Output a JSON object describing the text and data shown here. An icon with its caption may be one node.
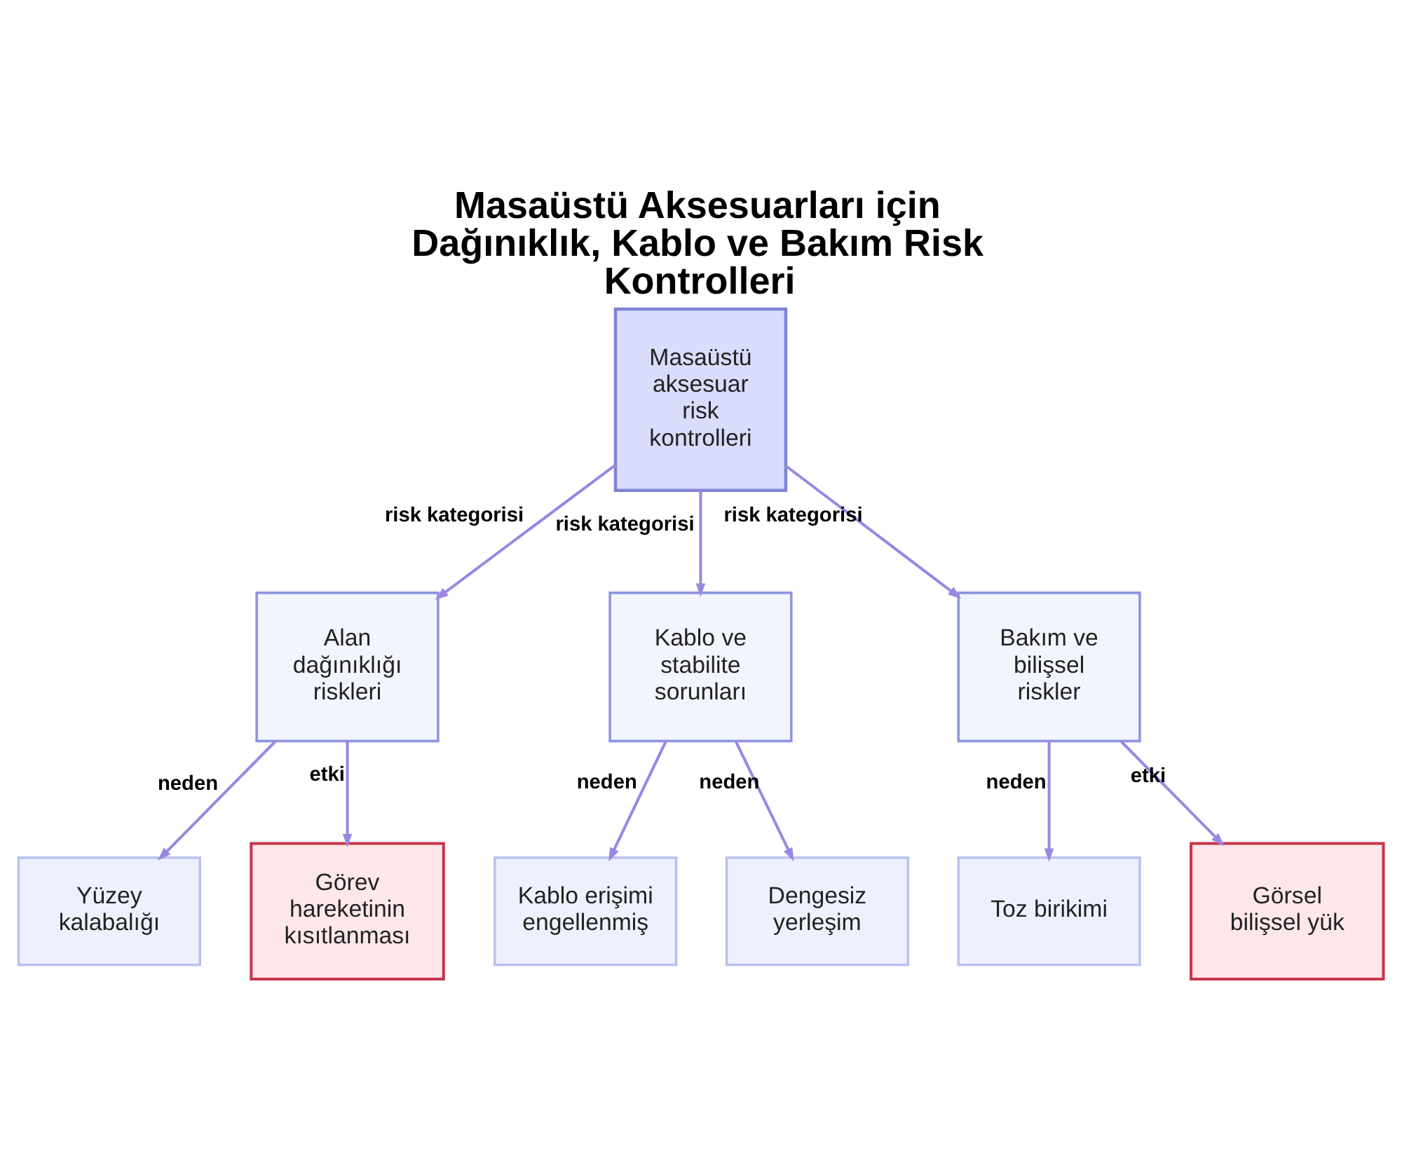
{
  "diagram": {
    "title": "Masaüstü Aksesuarları için Dağınıklık, Kablo ve Bakım Risk Kontrolleri",
    "nodes": [
      {
        "text": [
          "Masaüstü aksesuar risk kontrolleri"
        ]
      },
      {
        "text": [
          "Alan dağınıklığı riskleri"
        ]
      },
      {
        "text": [
          "Kablo ve stabilite sorunları"
        ]
      },
      {
        "text": [
          "Bakım ve bilişsel riskler"
        ]
      },
      {
        "text": [
          "Yüzey kalabalığı"
        ]
      },
      {
        "text": [
          "Görev hareketinin kısıtlanması"
        ]
      },
      {
        "text": [
          "Kablo erişimi engellenmiş"
        ]
      },
      {
        "text": [
          "Dengesiz yerleşim"
        ]
      },
      {
        "text": [
          "Toz birikimi"
        ]
      },
      {
        "text": [
          "Görsel bilişsel yük"
        ]
      }
    ],
    "edges": [
      {
        "from": 0,
        "to": 1,
        "arrow": "to",
        "label": "risk kategorisi"
      },
      {
        "from": 0,
        "to": 2,
        "arrow": "to",
        "label": "risk kategorisi"
      },
      {
        "from": 0,
        "to": 3,
        "arrow": "to",
        "label": "risk kategorisi"
      },
      {
        "from": 1,
        "to": 4,
        "arrow": "to",
        "label": "neden"
      },
      {
        "from": 1,
        "to": 5,
        "arrow": "to",
        "label": "etki"
      },
      {
        "from": 2,
        "to": 6,
        "arrow": "to",
        "label": "neden"
      },
      {
        "from": 2,
        "to": 7,
        "arrow": "to",
        "label": "neden"
      },
      {
        "from": 3,
        "to": 8,
        "arrow": "to",
        "label": "neden"
      },
      {
        "from": 3,
        "to": 9,
        "arrow": "to",
        "label": "etki"
      }
    ]
  }
}
